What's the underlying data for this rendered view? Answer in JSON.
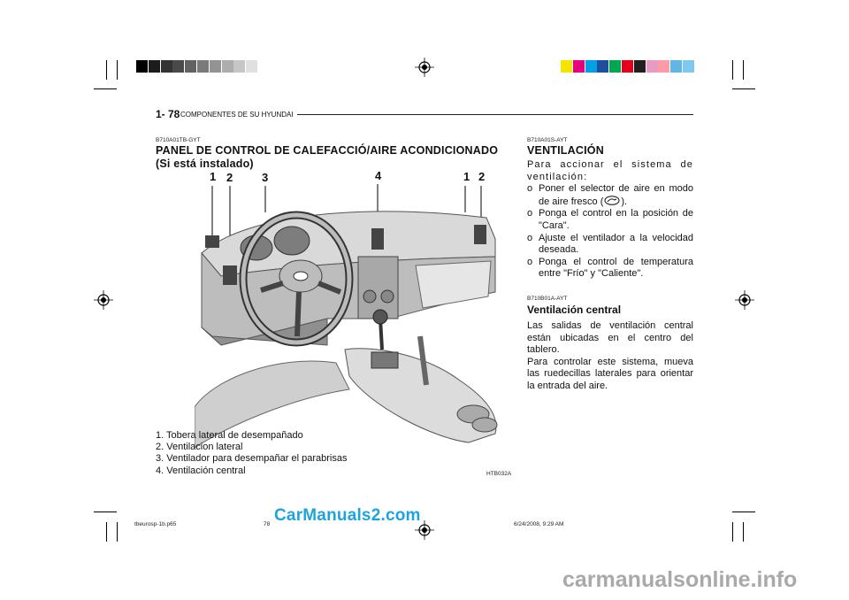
{
  "header": {
    "page_number": "1- 78",
    "section_title": "COMPONENTES DE SU HYUNDAI"
  },
  "left": {
    "code": "B710A01TB-GYT",
    "title_line1": "PANEL DE CONTROL DE CALEFACCIÓ/AIRE ACONDICIONADO",
    "title_line2": "(Si está instalado)",
    "callouts": [
      "1",
      "2",
      "3",
      "4",
      "1",
      "2"
    ],
    "legend": [
      "1. Tobera lateral de desempañado",
      "2. Ventilacion lateral",
      "3. Ventilador para desempañar el parabrisas",
      "4. Ventilación central"
    ],
    "figure_code": "HTB032A"
  },
  "right": {
    "section1": {
      "code": "B710A01S-AYT",
      "title": "VENTILACIÓN",
      "intro": "Para accionar el sistema de ventilación:",
      "bullet": "o",
      "item1_a": "Poner el selector de aire en modo de aire fresco (",
      "item1_b": ").",
      "item2": "Ponga el control en la posición de \"Cara\".",
      "item3": "Ajuste el ventilador a la velocidad deseada.",
      "item4": "Ponga el control de temperatura entre \"Frío\" y \"Caliente\"."
    },
    "section2": {
      "code": "B710B01A-AYT",
      "title": "Ventilación central",
      "para1": "Las salidas de ventilación central están ubicadas en el centro del tablero.",
      "para2": "Para controlar este sistema, mueva las ruedecillas laterales para orientar la entrada del aire."
    }
  },
  "footer": {
    "file": "tbeurosp-1b.p65",
    "page": "78",
    "date": "6/24/2008, 9:29 AM"
  },
  "watermarks": {
    "site1": "CarManuals2.com",
    "site2": "carmanualsonline.info"
  },
  "colors": {
    "gray_strip": [
      "#000000",
      "#1c1c1c",
      "#333333",
      "#4a4a4a",
      "#626262",
      "#7a7a7a",
      "#939393",
      "#adadad",
      "#c6c6c6",
      "#e0e0e0"
    ],
    "color_strip": [
      "#f5e400",
      "#e6007e",
      "#00a0e3",
      "#1d4f9c",
      "#00a650",
      "#e4001b",
      "#231f20",
      "#e89bc2",
      "#ff9aa7",
      "#5fb7e6",
      "#7fc8f0"
    ],
    "watermark_blue": "#1ea4dc"
  },
  "icons": {
    "fresh_air": "fresh-air-mode-icon",
    "registration": "registration-mark-icon"
  }
}
